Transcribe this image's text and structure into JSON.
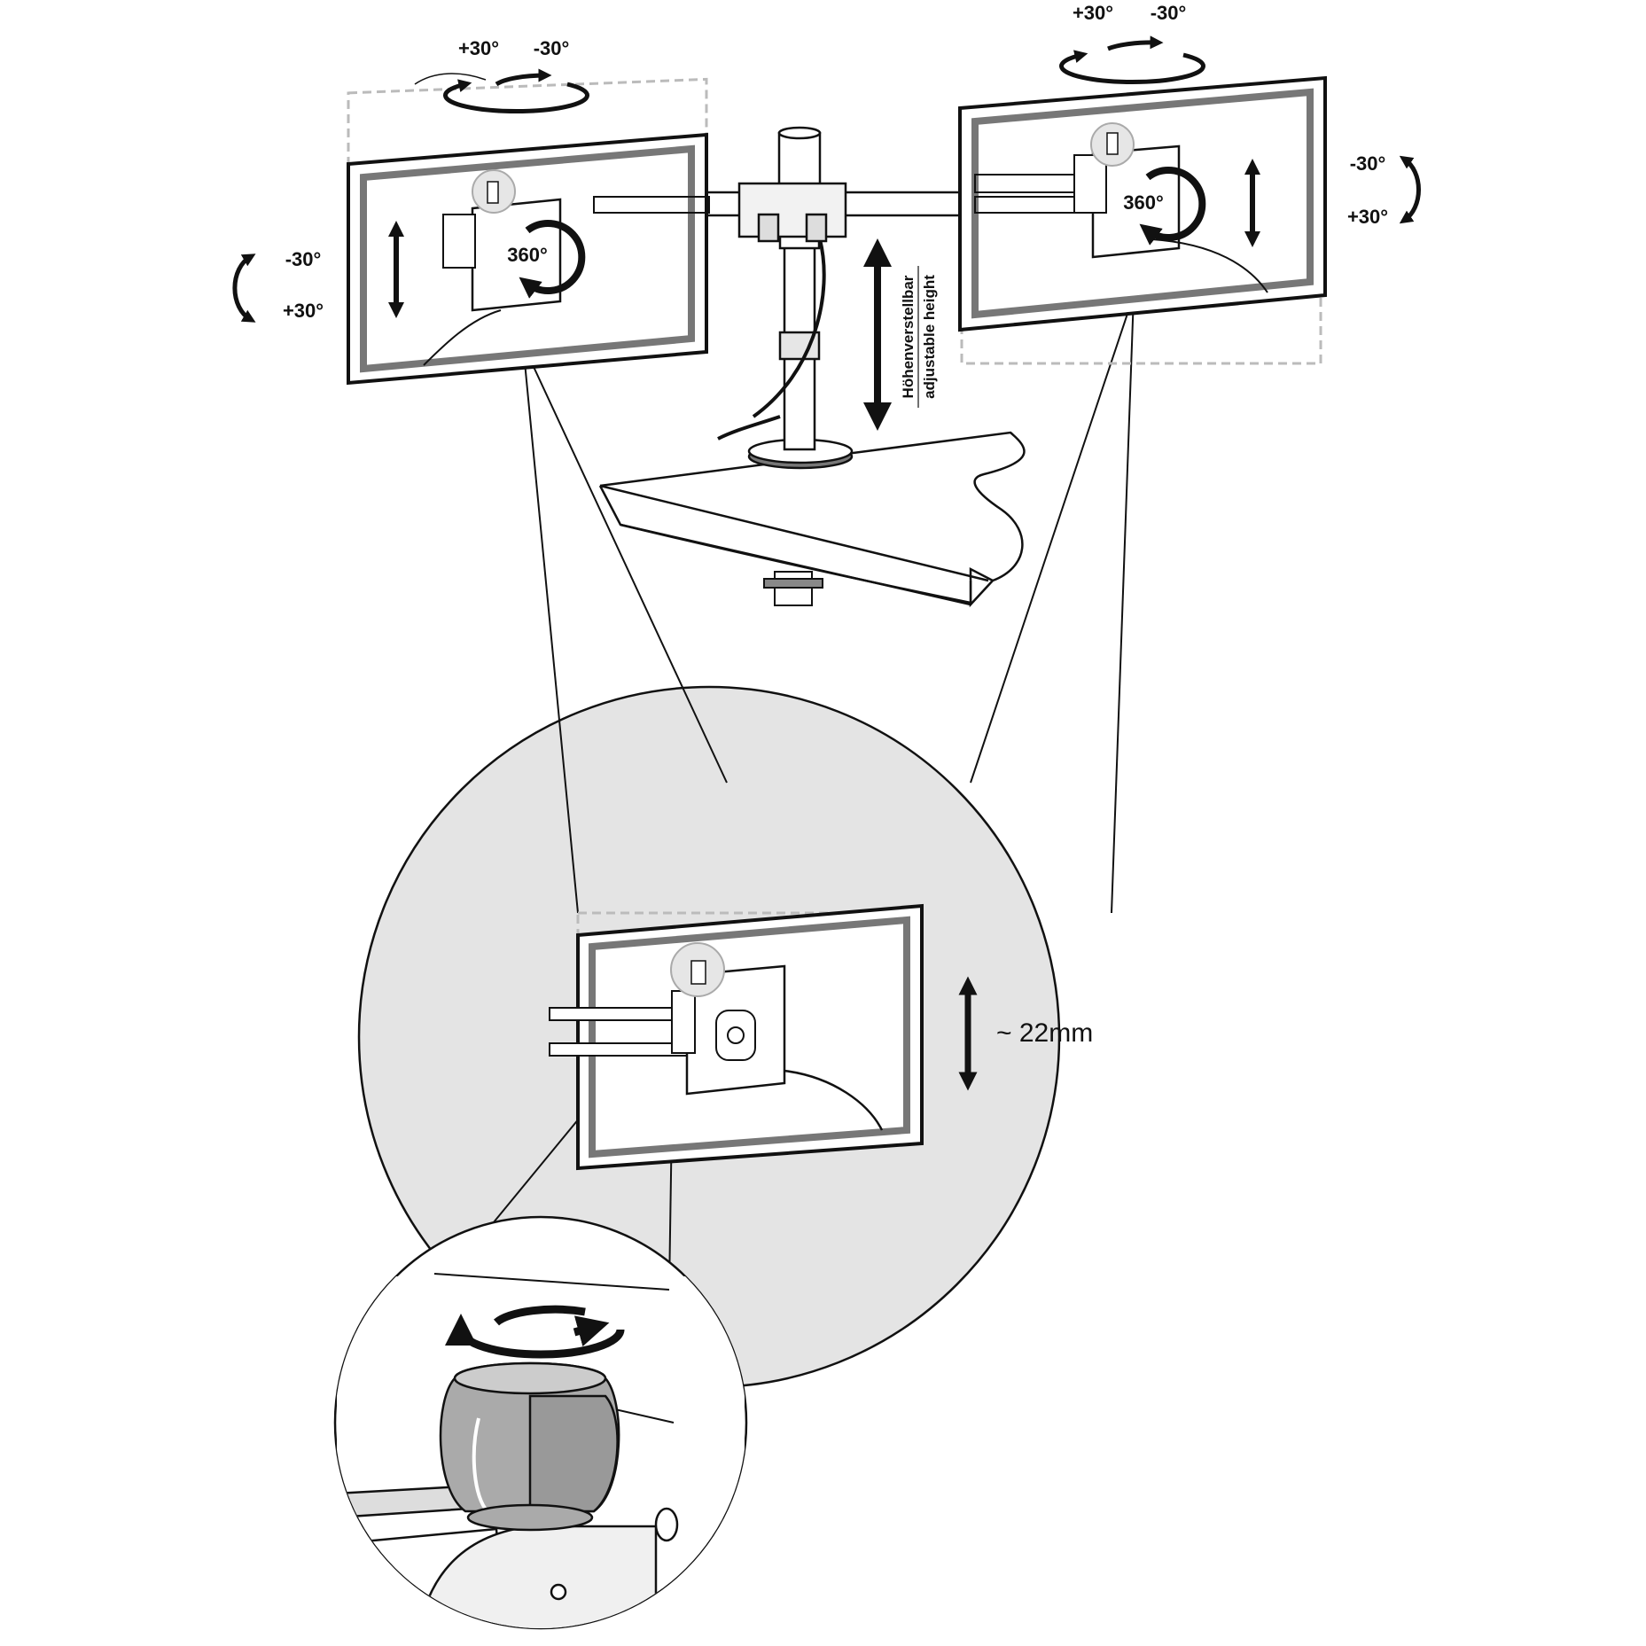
{
  "labels": {
    "left_tilt_top": "-30°",
    "left_tilt_bottom": "+30°",
    "left_swivel_plus": "+30°",
    "left_swivel_minus": "-30°",
    "left_rotation": "360°",
    "right_swivel_plus": "+30°",
    "right_swivel_minus": "-30°",
    "right_tilt_top": "-30°",
    "right_tilt_bottom": "+30°",
    "right_rotation": "360°",
    "height_de": "Höhenverstellbar",
    "height_en": "adjustable height",
    "offset": "~ 22mm"
  },
  "colors": {
    "ink": "#111111",
    "frame": "#555555",
    "ghost": "#bbbbbb",
    "shade": "#aaaaaa",
    "light_shade": "#e4e4e4"
  }
}
